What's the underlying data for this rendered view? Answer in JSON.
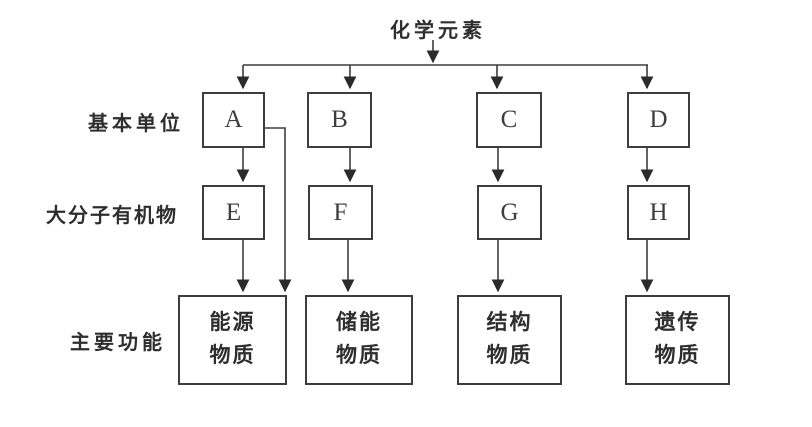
{
  "diagram": {
    "title": "化学元素",
    "row_labels": {
      "basic_units": "基本单位",
      "macromolecules": "大分子有机物",
      "main_functions": "主要功能"
    },
    "columns": [
      {
        "unit": "A",
        "macromolecule": "E",
        "function": "能源\n物质"
      },
      {
        "unit": "B",
        "macromolecule": "F",
        "function": "储能\n物质"
      },
      {
        "unit": "C",
        "macromolecule": "G",
        "function": "结构\n物质"
      },
      {
        "unit": "D",
        "macromolecule": "H",
        "function": "遗传\n物质"
      }
    ],
    "colors": {
      "line": "#3d3d3d",
      "text": "#2e2e2e",
      "background": "#ffffff"
    }
  }
}
